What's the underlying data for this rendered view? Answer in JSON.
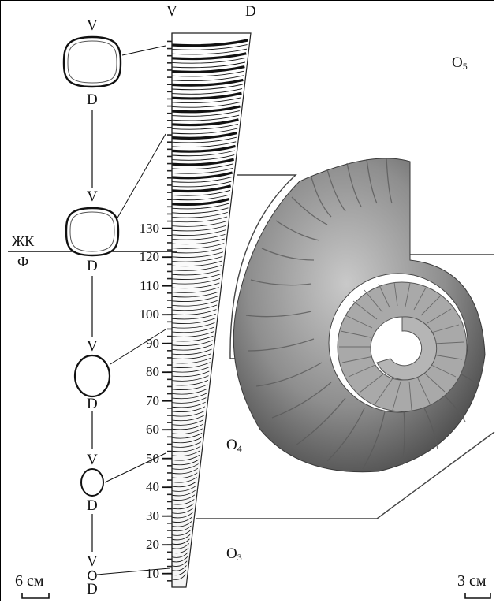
{
  "column_labels": {
    "ventral": "V",
    "dorsal": "D"
  },
  "axis_ticks": [
    "10",
    "20",
    "30",
    "40",
    "50",
    "60",
    "70",
    "80",
    "90",
    "100",
    "110",
    "120",
    "130"
  ],
  "boundary": {
    "upper": "ЖК",
    "lower": "Ф"
  },
  "zones": [
    {
      "name": "O",
      "sub": "5"
    },
    {
      "name": "O",
      "sub": "4"
    },
    {
      "name": "O",
      "sub": "3"
    }
  ],
  "sections": [
    {
      "top": "V",
      "bottom": "D"
    },
    {
      "top": "V",
      "bottom": "D"
    },
    {
      "top": "V",
      "bottom": "D"
    },
    {
      "top": "V",
      "bottom": "D"
    },
    {
      "top": "V",
      "bottom": "D"
    }
  ],
  "scale_left": "6 см",
  "scale_right": "3 см"
}
